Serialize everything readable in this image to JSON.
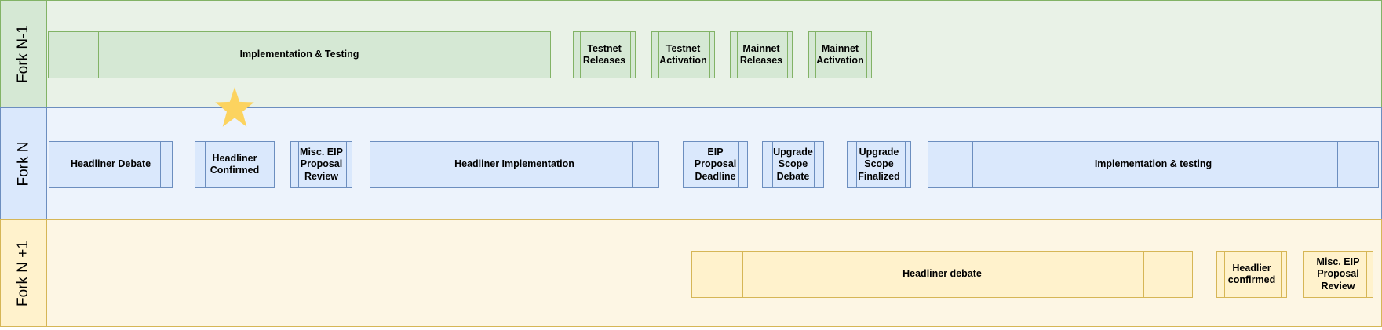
{
  "colors": {
    "lane_green": {
      "fill": "#d5e8d4",
      "body": "#e9f2e7",
      "stroke": "#82b366"
    },
    "lane_blue": {
      "fill": "#dae8fc",
      "body": "#edf3fc",
      "stroke": "#6c8ebf"
    },
    "lane_yellow": {
      "fill": "#fff2cc",
      "body": "#fdf6e4",
      "stroke": "#d6b656"
    },
    "star": "#fcd35f",
    "text": "#000000",
    "background": "#ffffff"
  },
  "star": {
    "name": "star-marker"
  },
  "lanes": [
    {
      "title": "Fork N-1",
      "items": [
        {
          "label": "Implementation & Testing"
        },
        {
          "label": "Testnet Releases"
        },
        {
          "label": "Testnet Activation"
        },
        {
          "label": "Mainnet Releases"
        },
        {
          "label": "Mainnet Activation"
        }
      ]
    },
    {
      "title": "Fork N",
      "items": [
        {
          "label": "Headliner Debate"
        },
        {
          "label": "Headliner Confirmed"
        },
        {
          "label": "Misc. EIP Proposal Review"
        },
        {
          "label": "Headliner Implementation"
        },
        {
          "label": "EIP Proposal Deadline"
        },
        {
          "label": "Upgrade Scope Debate"
        },
        {
          "label": "Upgrade Scope Finalized"
        },
        {
          "label": "Implementation & testing"
        }
      ]
    },
    {
      "title": "Fork N +1",
      "items": [
        {
          "label": "Headliner debate"
        },
        {
          "label": "Headlier confirmed"
        },
        {
          "label": "Misc. EIP Proposal Review"
        }
      ]
    }
  ]
}
